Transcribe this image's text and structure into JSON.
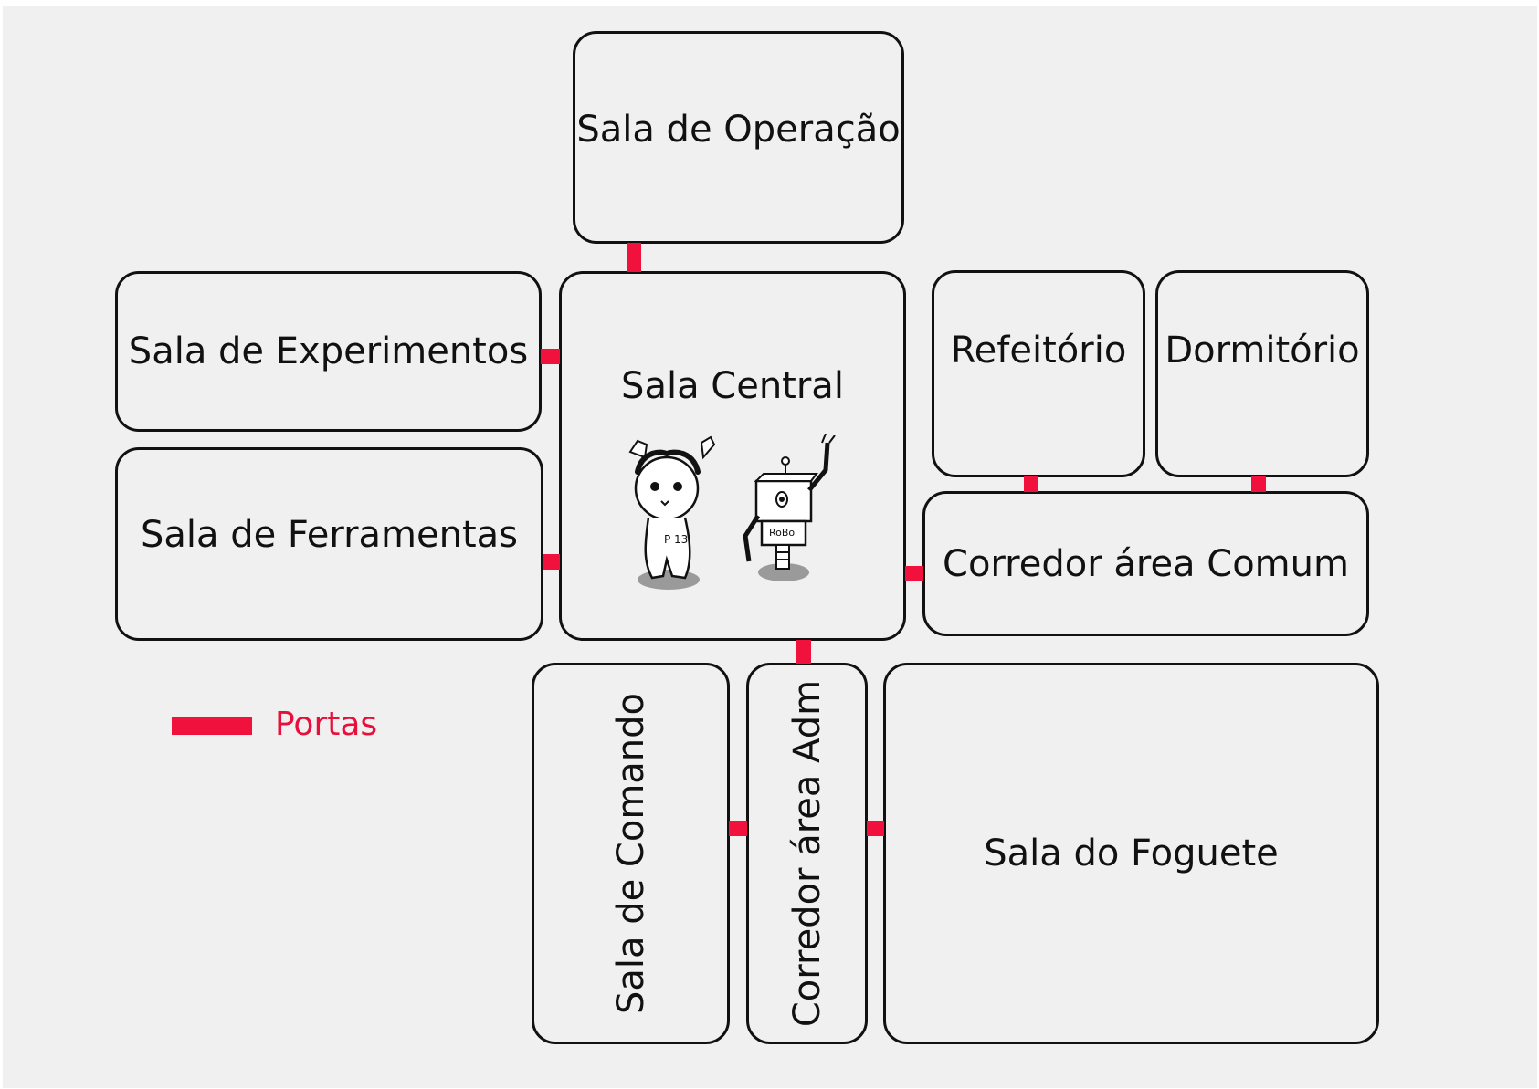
{
  "rooms": {
    "operacao": "Sala de Operação",
    "experimentos": "Sala de Experimentos",
    "central": "Sala Central",
    "refeitorio": "Refeitório",
    "dormitorio": "Dormitório",
    "ferramentas": "Sala de Ferramentas",
    "corredor_comum": "Corredor área Comum",
    "comando": "Sala de Comando",
    "corredor_adm": "Corredor área Adm",
    "foguete": "Sala do Foguete"
  },
  "legend": {
    "label": "Portas",
    "color": "#f0113d"
  },
  "characters": {
    "human_badge": "P 13",
    "robot_badge": "RoBo"
  },
  "colors": {
    "background": "#f0f0f0",
    "border": "#111111",
    "door": "#f0113d"
  }
}
